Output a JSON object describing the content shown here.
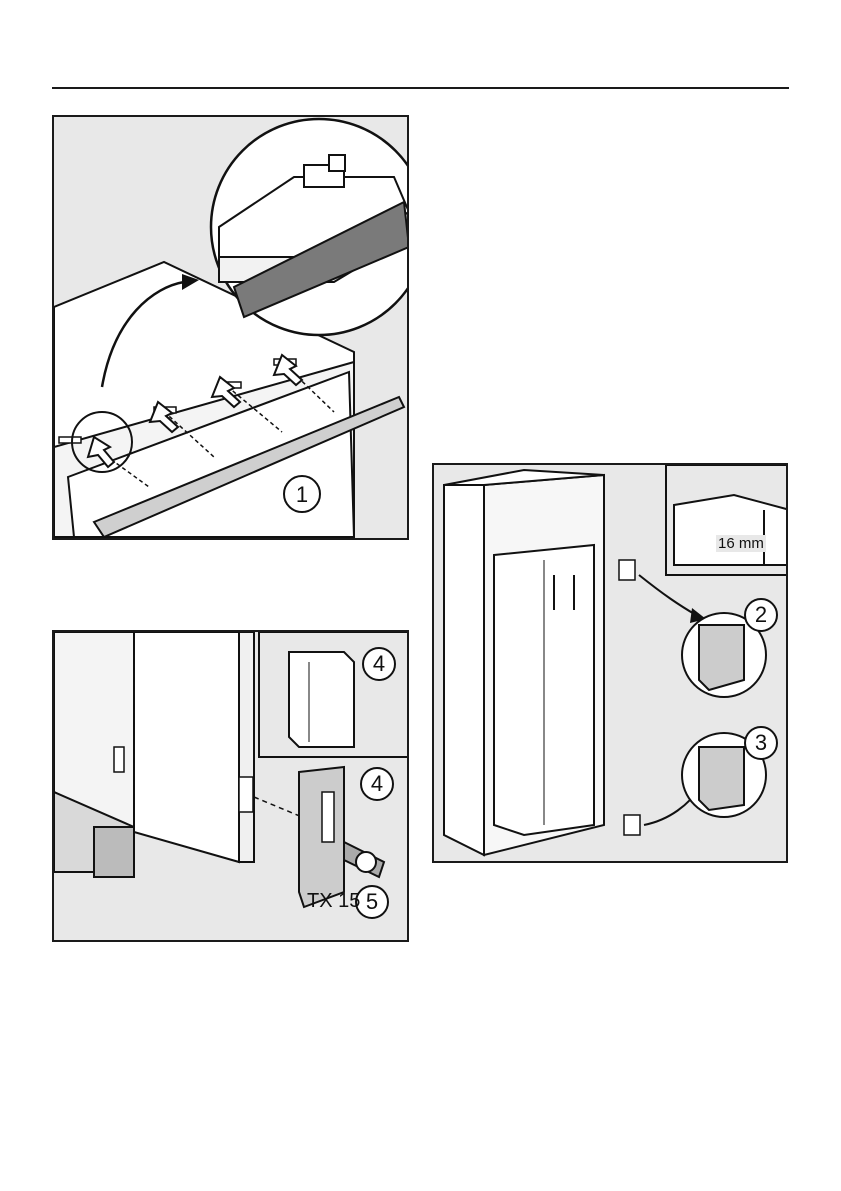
{
  "panel_top": {
    "callouts": [
      {
        "label": "1"
      }
    ]
  },
  "panel_bottom_left": {
    "callouts": [
      {
        "label": "4"
      },
      {
        "label": "4"
      },
      {
        "label": "5"
      }
    ],
    "tool_label": "TX 15"
  },
  "panel_right": {
    "callouts": [
      {
        "label": "2"
      },
      {
        "label": "3"
      }
    ],
    "inset_measurement": "16 mm"
  }
}
